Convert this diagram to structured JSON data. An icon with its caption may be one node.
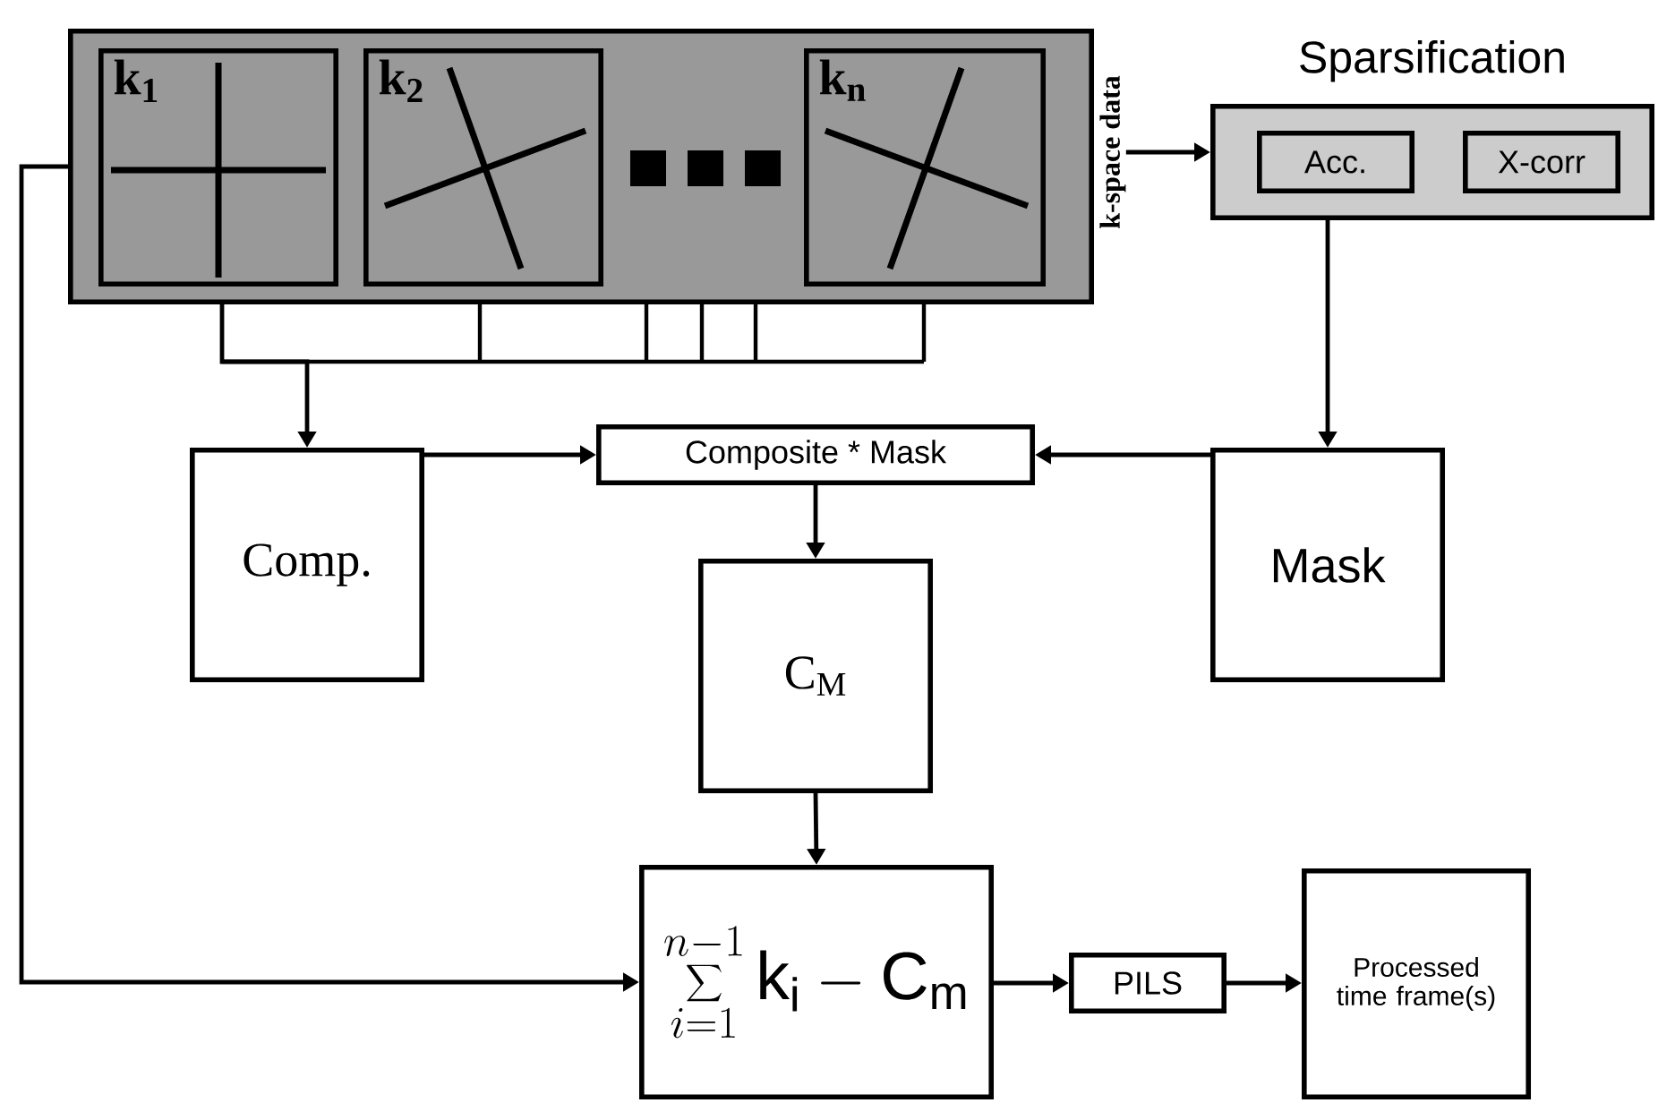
{
  "diagram": {
    "nodes": [
      {
        "text": [],
        "shape": "box",
        "beside": [
          "k-space data"
        ]
      },
      {
        "text": [
          "k$_{1}$"
        ],
        "in": 0
      },
      {
        "text": [
          "k$_{2}$"
        ],
        "in": 0
      },
      {
        "text": [
          "k$_{n}$"
        ],
        "in": 0
      },
      {
        "text": [
          "Sparsification"
        ]
      },
      {
        "text": [
          "Acc."
        ],
        "in": 4
      },
      {
        "text": [
          "X-corr"
        ],
        "in": 4
      },
      {
        "text": [
          "Comp."
        ]
      },
      {
        "text": [
          "Composite * Mask"
        ]
      },
      {
        "text": [
          "Mask"
        ]
      },
      {
        "text": [
          "C$_{M}$"
        ]
      },
      {
        "text": [
          "\\sum_{i = 1}^{n-1} \\mathrm{k_{i}} - \\mathrm{C_{m}}"
        ]
      },
      {
        "text": [
          "PILS"
        ]
      },
      {
        "text": [
          "Processed time frame(s)"
        ]
      }
    ],
    "edges": [
      {
        "from": 0,
        "to": 4,
        "arrow": "to"
      },
      {
        "from": 0,
        "to": 7,
        "arrow": "to"
      },
      {
        "from": 0,
        "to": 11,
        "arrow": "to"
      },
      {
        "from": 4,
        "to": 9,
        "arrow": "to"
      },
      {
        "from": 7,
        "to": 8,
        "arrow": "to"
      },
      {
        "from": 9,
        "to": 8,
        "arrow": "to"
      },
      {
        "from": 8,
        "to": 10,
        "arrow": "to"
      },
      {
        "from": 10,
        "to": 11,
        "arrow": "to"
      },
      {
        "from": 11,
        "to": 12,
        "arrow": "to"
      },
      {
        "from": 12,
        "to": 13,
        "arrow": "to"
      }
    ]
  }
}
